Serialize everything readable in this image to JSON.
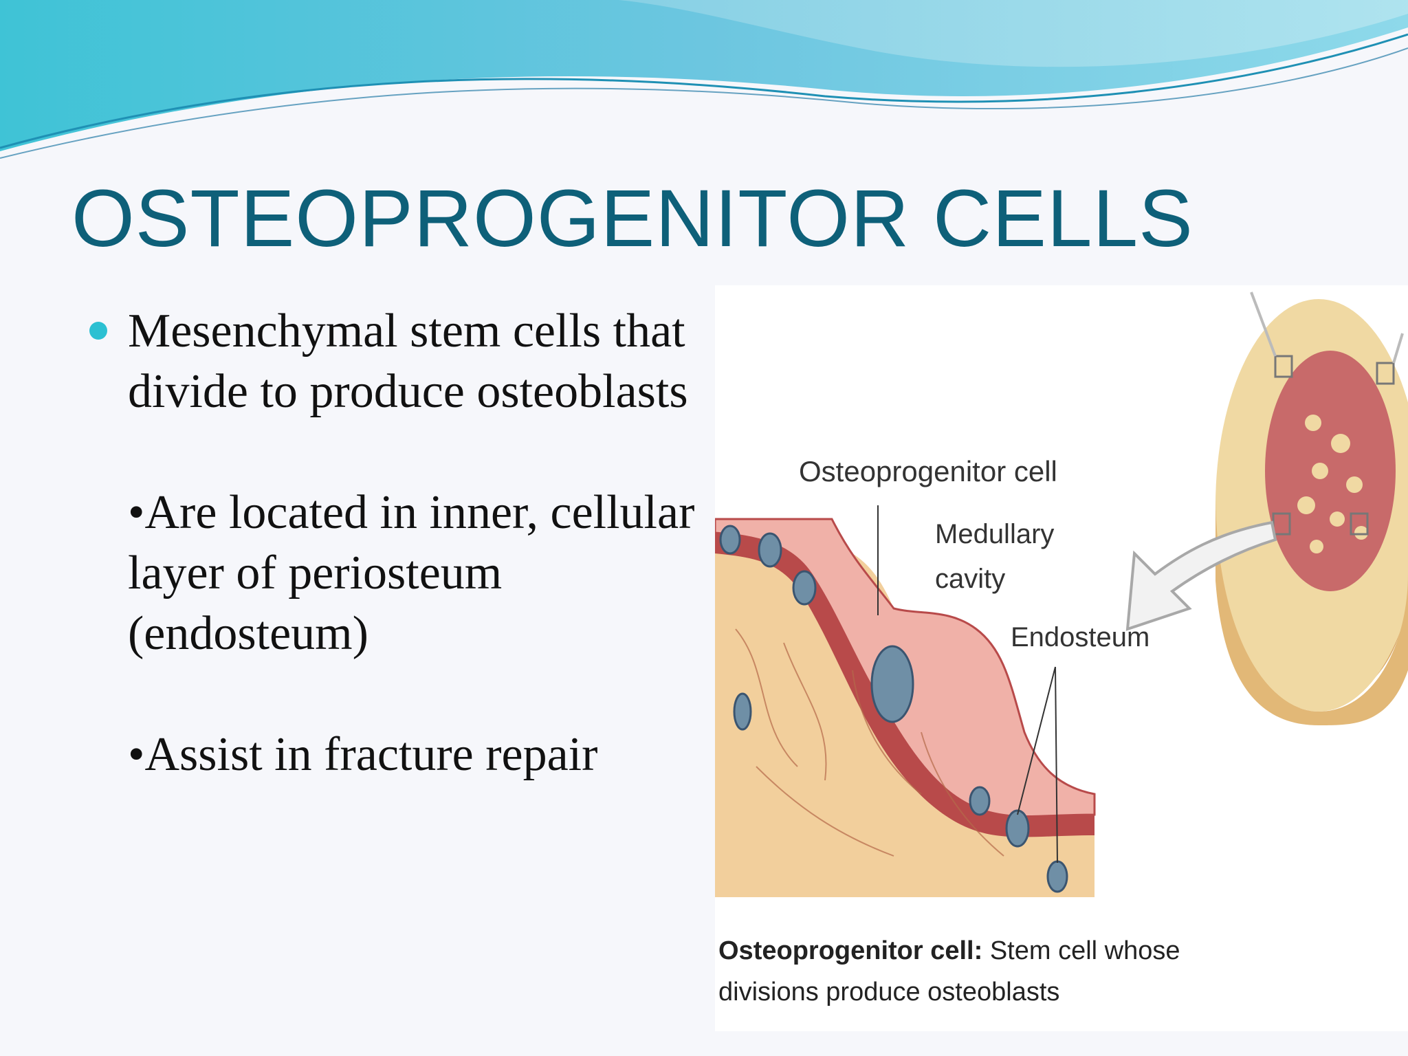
{
  "slide": {
    "title": "OSTEOPROGENITOR CELLS",
    "paragraphs": {
      "p1": "Mesenchymal stem cells that divide to produce osteoblasts",
      "p2": "•Are located in inner, cellular layer of periosteum (endosteum)",
      "p3": "•Assist in fracture repair"
    },
    "bullet_color": "#2cc0d2",
    "title_color": "#0e6079"
  },
  "figure": {
    "label_osteoprogenitor_cell": "Osteoprogenitor cell",
    "label_medullary": "Medullary",
    "label_cavity": "cavity",
    "label_endosteum": "Endosteum",
    "caption_bold": "Osteoprogenitor cell:",
    "caption_rest": " Stem cell whose",
    "caption_line2": "divisions produce osteoblasts"
  }
}
